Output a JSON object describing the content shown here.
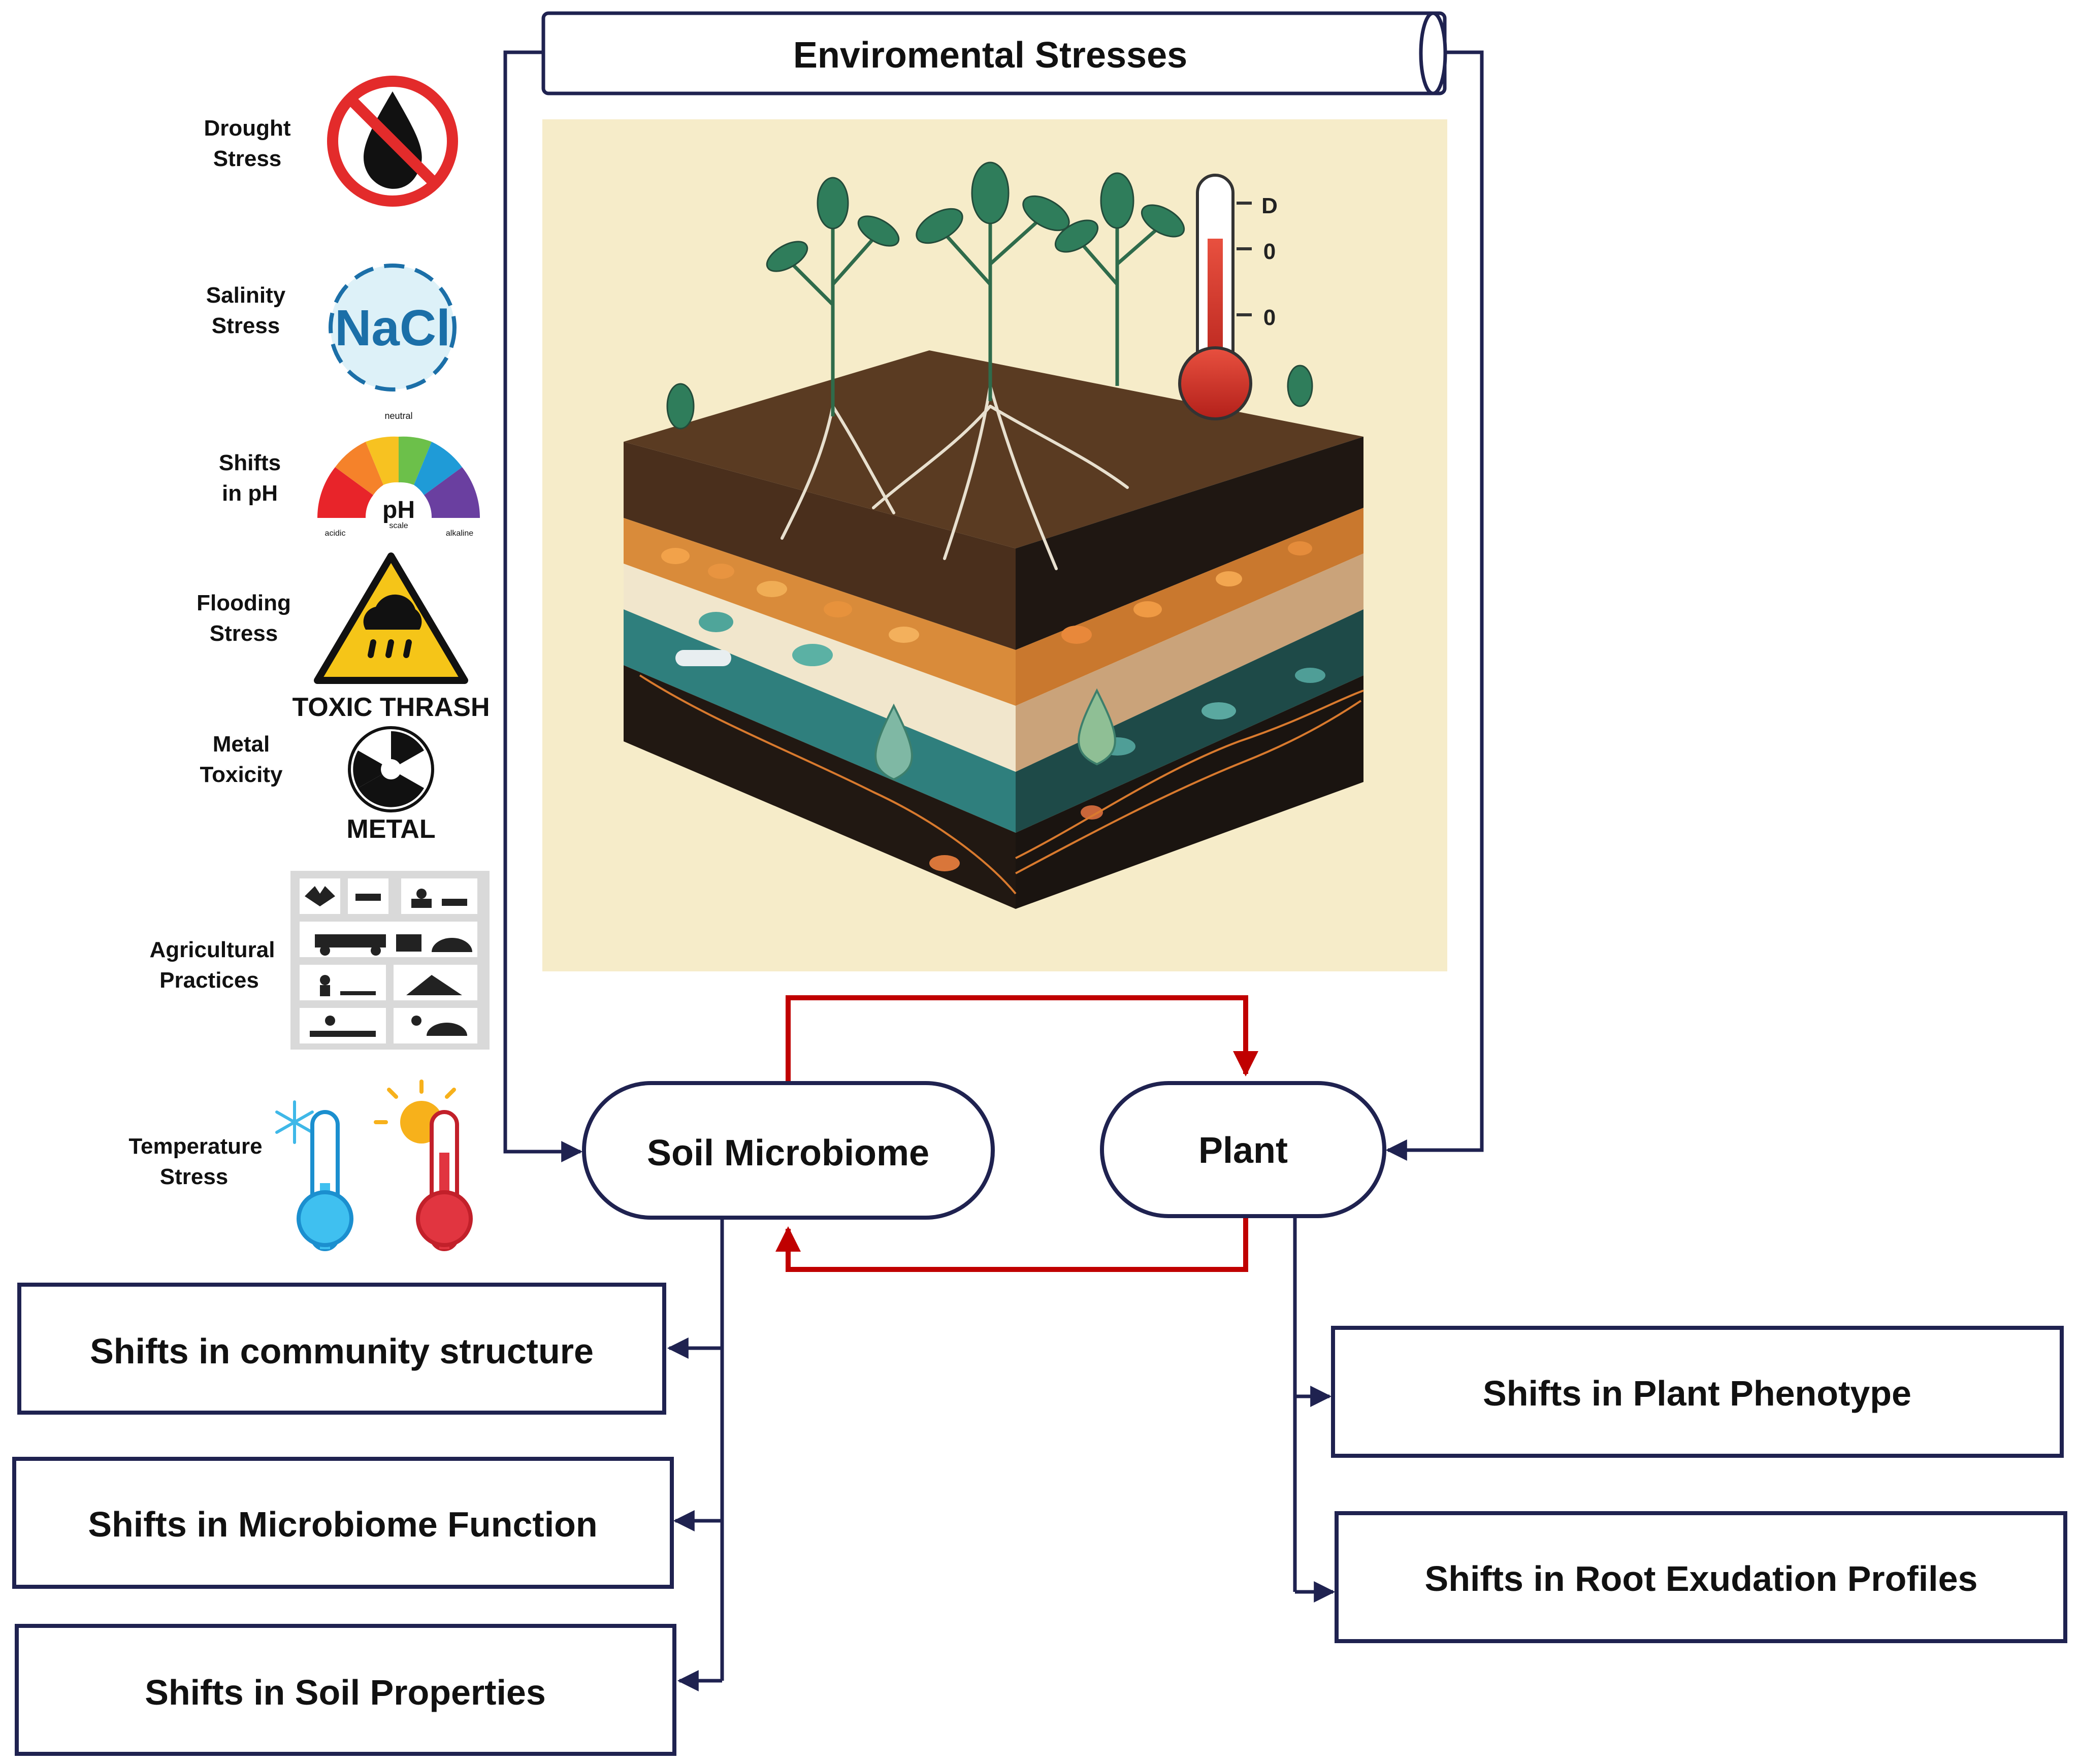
{
  "header": {
    "title": "Enviromental Stresses"
  },
  "stress_factors": [
    {
      "lines": [
        "Drought",
        "Stress"
      ],
      "icon": "no-water-drop-icon"
    },
    {
      "lines": [
        "Salinity",
        "Stress"
      ],
      "icon": "nacl-salt-icon",
      "icon_text": "NaCl"
    },
    {
      "lines": [
        "Shifts",
        "in pH"
      ],
      "icon": "ph-scale-icon",
      "icon_text": "pH",
      "scale_labels": {
        "top": "neutral",
        "left": "acidic",
        "right": "alkaline",
        "center_sub": "scale"
      }
    },
    {
      "lines": [
        "Flooding",
        "Stress"
      ],
      "icon": "flood-warning-icon"
    },
    {
      "lines": [
        "Metal",
        "Toxicity"
      ],
      "icon": "toxic-metal-icon",
      "badge_text": {
        "top": "TOXIC THRASH",
        "bottom": "METAL"
      }
    },
    {
      "lines": [
        "Agricultural",
        "Practices"
      ],
      "icon": "farming-practices-grid-icon"
    },
    {
      "lines": [
        "Temperature",
        "Stress"
      ],
      "icon": "thermometers-icon"
    }
  ],
  "illustration": {
    "name": "soil-cross-section-illustration",
    "thermometer_marks": [
      "D",
      "0",
      "0"
    ]
  },
  "nodes": {
    "soil_microbiome": "Soil Microbiome",
    "plant": "Plant"
  },
  "microbiome_effects": [
    "Shifts in community structure",
    "Shifts in Microbiome Function",
    "Shifts in Soil Properties"
  ],
  "plant_effects": [
    "Shifts in Plant Phenotype",
    "Shifts in Root Exudation Profiles"
  ],
  "colors": {
    "navy": "#1f2250",
    "feedback_red": "#c00000",
    "parchment": "#f6ecc9",
    "soil_dark": "#2b2118",
    "leaf_green": "#2f7d5b"
  }
}
